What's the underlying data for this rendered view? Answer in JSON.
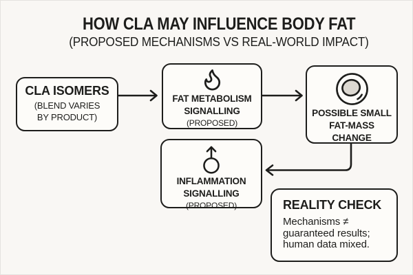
{
  "title": "HOW CLA MAY INFLUENCE BODY FAT",
  "subtitle": "(PROPOSED MECHANISMS VS REAL-WORLD IMPACT)",
  "colors": {
    "ink": "#1d1d1b",
    "background": "#f9f7f4",
    "box_fill": "#fdfcf9",
    "fat_cell_fill": "#dcd8d1"
  },
  "nodes": {
    "cla": {
      "title": "CLA ISOMERS",
      "subtitle_lines": [
        "(BLEND VARIES",
        "BY PRODUCT)"
      ]
    },
    "fat": {
      "icon": "flame-icon",
      "title_lines": [
        "FAT METABOLISM",
        "SIGNALLING"
      ],
      "tag": "(PROPOSED)"
    },
    "possible": {
      "icon": "fat-cell-icon",
      "title_lines": [
        "POSSIBLE SMALL",
        "FAT-MASS",
        "CHANGE"
      ]
    },
    "inflammation": {
      "icon": "circle-up-arrow-icon",
      "title_lines": [
        "INFLAMMATION",
        "SIGNALLING"
      ],
      "tag": "(PROPOSED)"
    },
    "reality": {
      "title": "REALITY CHECK",
      "body_lines": [
        "Mechanisms ≠",
        "guaranteed results;",
        "human data mixed."
      ]
    }
  },
  "edges": [
    {
      "from": "cla",
      "to": "fat"
    },
    {
      "from": "fat",
      "to": "possible"
    },
    {
      "from": "possible",
      "to": "inflammation"
    }
  ]
}
